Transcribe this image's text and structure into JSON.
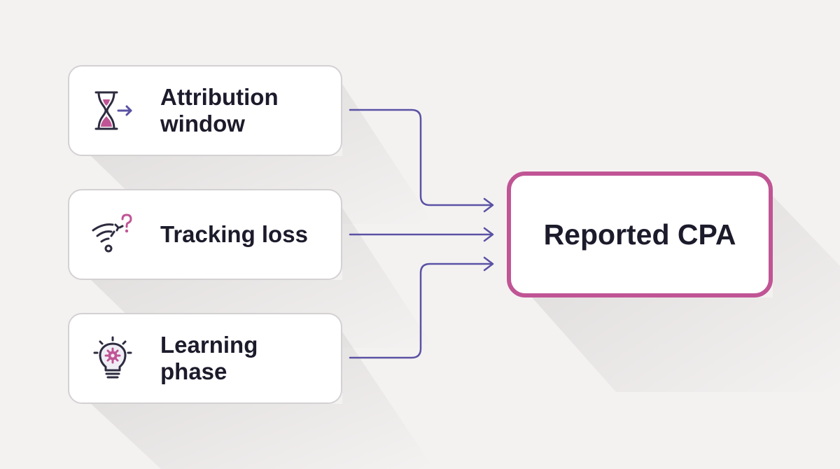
{
  "diagram": {
    "causes": [
      {
        "label": "Attribution window",
        "icon": "hourglass-arrow-icon"
      },
      {
        "label": "Tracking loss",
        "icon": "broken-signal-question-icon"
      },
      {
        "label": "Learning phase",
        "icon": "lightbulb-gear-icon"
      }
    ],
    "result": {
      "label": "Reported CPA"
    },
    "colors": {
      "background": "#f4f2f1",
      "connector": "#5a52a4",
      "accent": "#c05595",
      "node_border": "#d4d1d3",
      "text": "#1c1b2b"
    }
  }
}
